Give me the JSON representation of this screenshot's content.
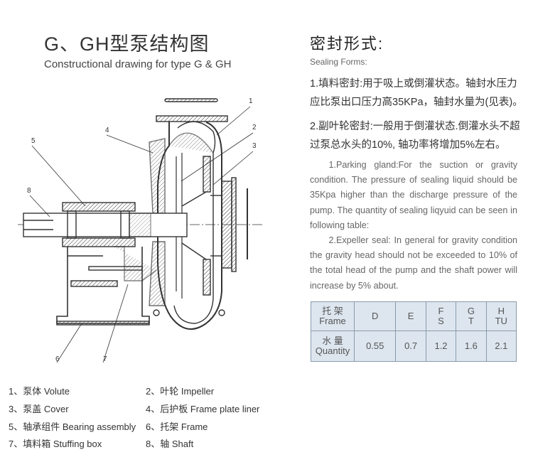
{
  "left": {
    "title": "G、GH型泵结构图",
    "subtitle": "Constructional drawing for type G & GH",
    "callouts": [
      "1",
      "2",
      "3",
      "4",
      "5",
      "6",
      "7",
      "8"
    ],
    "legend": [
      "1、泵体 Volute",
      "2、叶轮 Impeller",
      "3、泵盖 Cover",
      "4、后护板 Frame plate liner",
      "5、轴承组件  Bearing assembly",
      "6、托架 Frame",
      "7、填料箱 Stuffing box",
      "8、轴   Shaft"
    ]
  },
  "right": {
    "title": "密封形式:",
    "subtitle": "Sealing Forms:",
    "cn_lines": [
      "1.填料密封:用于吸上或倒灌状态。轴封水压力",
      "应比泵出口压力高35KPa，轴封水量为(见表)。",
      "2.副叶轮密封:一般用于倒灌状态.倒灌水头不超",
      "过泵总水头的10%, 轴功率将增加5%左右。"
    ],
    "en_paragraphs": [
      "1.Parking gland:For the suction or gravity condition. The pressure of sealing liquid should be 35Kpa higher than the discharge pressure of the pump. The quantity of sealing liqyuid can be seen in following table:",
      "2.Expeller seal: In general for gravity condition the gravity head should not be exceeded to 10% of the total head of the pump and the shaft power will increase by 5% about."
    ],
    "table": {
      "row1": {
        "cn": "托 架",
        "en": "Frame",
        "cells": [
          [
            "D"
          ],
          [
            "E"
          ],
          [
            "F",
            "S"
          ],
          [
            "G",
            "T"
          ],
          [
            "H",
            "TU"
          ]
        ]
      },
      "row2": {
        "cn": "水 量",
        "en": "Quantity",
        "cells": [
          "0.55",
          "0.7",
          "1.2",
          "1.6",
          "2.1"
        ]
      }
    }
  },
  "colors": {
    "table_bg": "#dde6ef",
    "table_border": "#8a9aab"
  }
}
